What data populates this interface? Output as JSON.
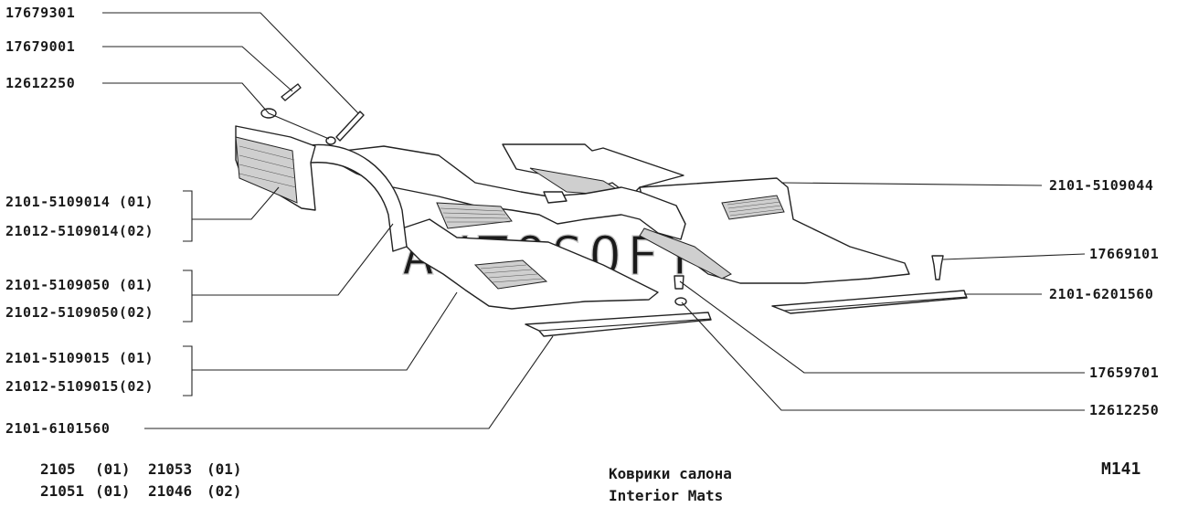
{
  "watermark": "AUTOSOFT",
  "labels_left": {
    "p17679301": "17679301",
    "p17679001": "17679001",
    "p12612250a": "12612250",
    "p5109014_01": "2101-5109014 (01)",
    "p5109014_02": "21012-5109014(02)",
    "p5109050_01": "2101-5109050 (01)",
    "p5109050_02": "21012-5109050(02)",
    "p5109015_01": "2101-5109015 (01)",
    "p5109015_02": "21012-5109015(02)",
    "p6101560": "2101-6101560"
  },
  "labels_right": {
    "p5109044": "2101-5109044",
    "p17669101": "17669101",
    "p6201560": "2101-6201560",
    "p17659701": "17659701",
    "p12612250b": "12612250"
  },
  "models": {
    "row1": [
      "2105",
      "(01)",
      "21053",
      "(01)"
    ],
    "row2": [
      "21051",
      "(01)",
      "21046",
      "(02)"
    ]
  },
  "title_ru": "Коврики салона",
  "title_en": "Interior Mats",
  "page_code": "M141"
}
